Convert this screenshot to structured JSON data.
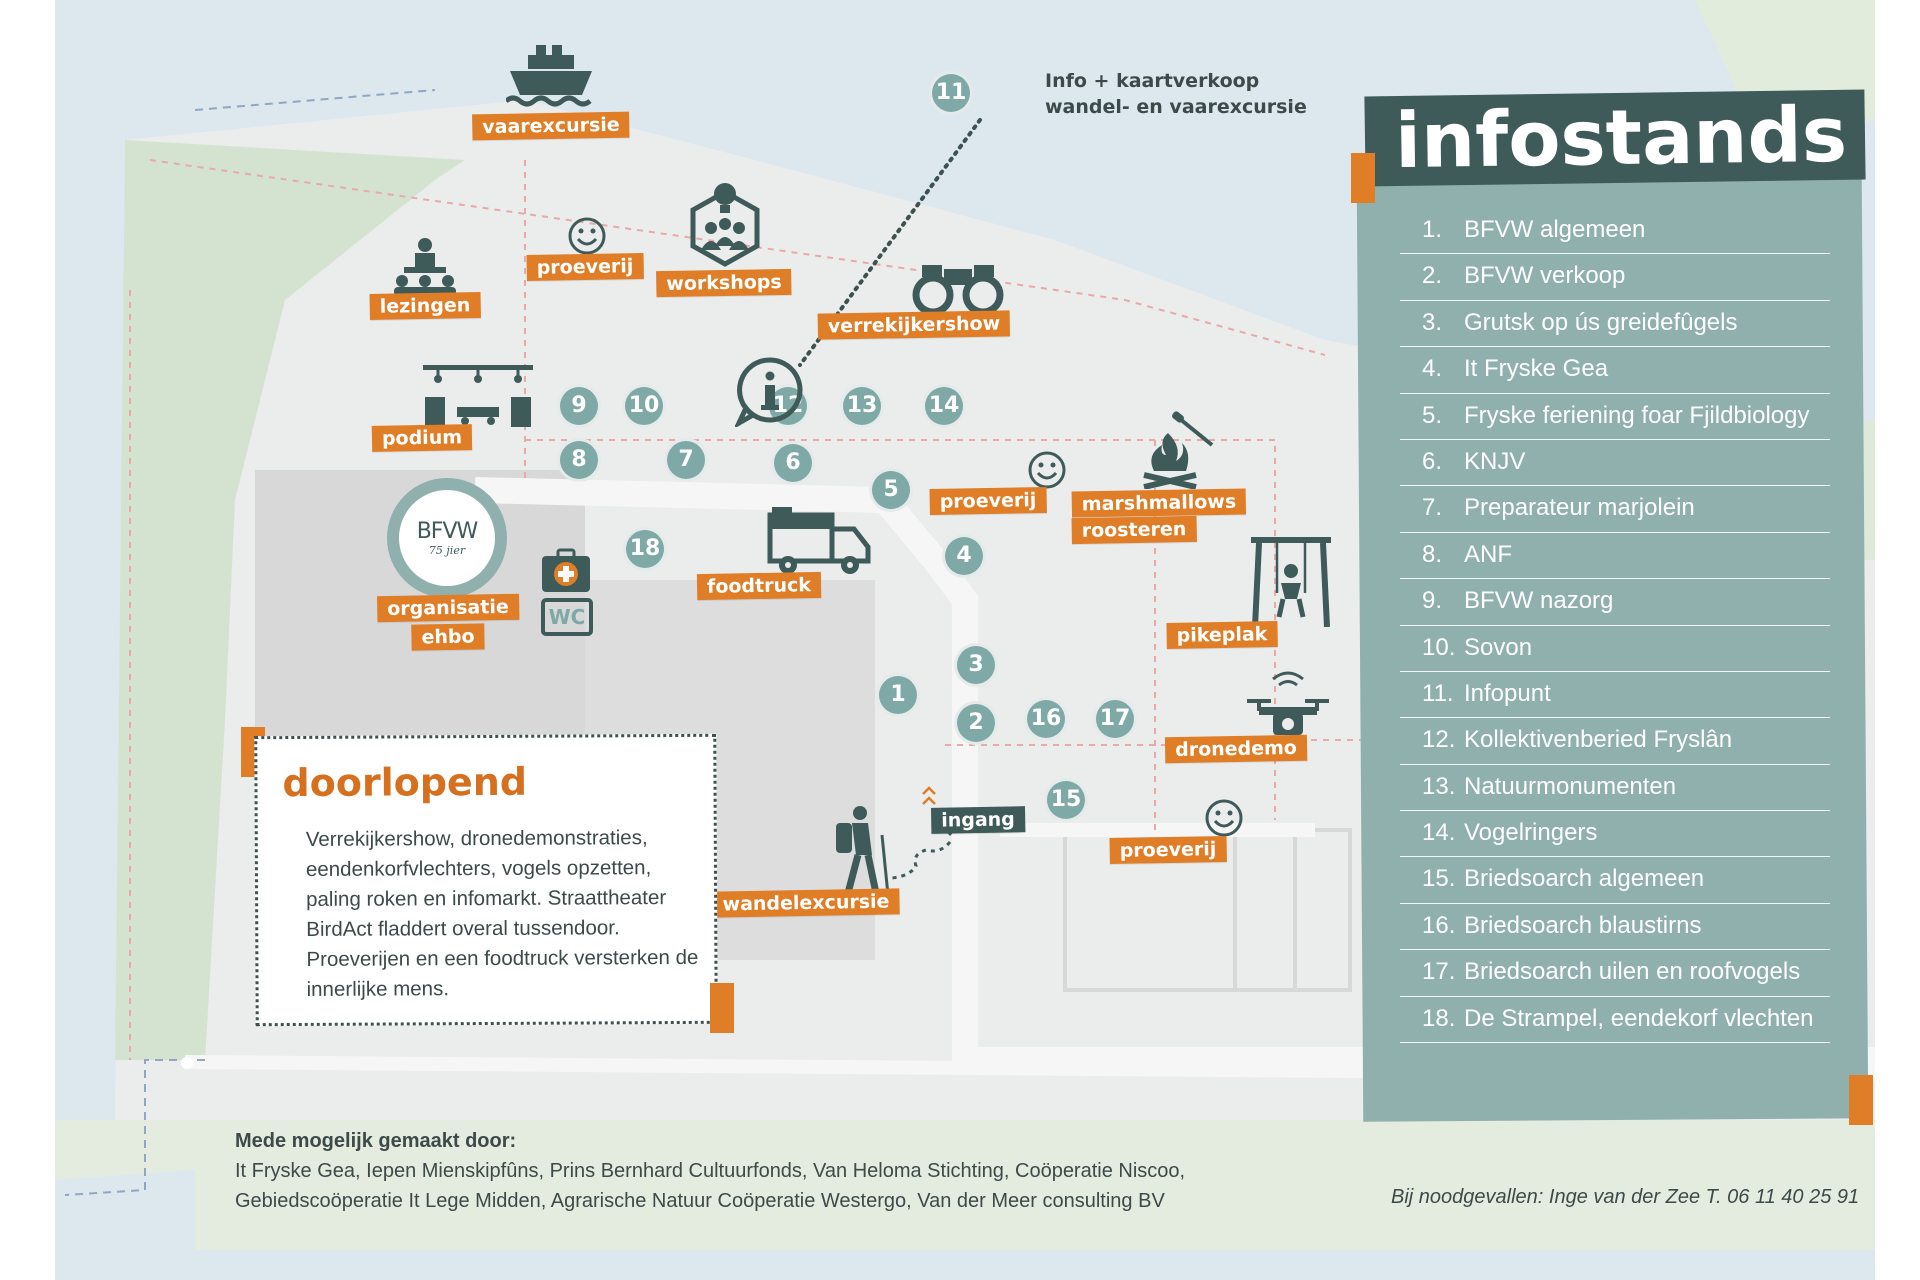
{
  "map": {
    "colors": {
      "water": "#dce8ee",
      "land": "#ebecec",
      "green": "#d4e3d0",
      "building": "#d7d8d7",
      "accent": "#e07d27",
      "teal": "#7ea9a6",
      "dark": "#3e5a59"
    },
    "labels": {
      "vaarexcursie": "vaarexcursie",
      "lezingen": "lezingen",
      "proeverij": "proeverij",
      "workshops": "workshops",
      "verrekijkershow": "verrekijkershow",
      "podium": "podium",
      "marshmallows": "marshmallows",
      "roosteren": "roosteren",
      "foodtruck": "foodtruck",
      "organisatie": "organisatie",
      "ehbo": "ehbo",
      "pikeplak": "pikeplak",
      "dronedemo": "dronedemo",
      "ingang": "ingang",
      "wandelexcursie": "wandelexcursie"
    },
    "numbers": [
      "1",
      "2",
      "3",
      "4",
      "5",
      "6",
      "7",
      "8",
      "9",
      "10",
      "11",
      "12",
      "13",
      "14",
      "15",
      "16",
      "17",
      "18"
    ],
    "info11": {
      "line1": "Info + kaartverkoop",
      "line2": "wandel- en vaarexcursie"
    },
    "logo": {
      "text": "BFVW",
      "sub": "75 jier"
    },
    "wc": "WC",
    "icons": [
      "ship-icon",
      "lectern-icon",
      "smiley-icon",
      "lightbulb-people-icon",
      "binoculars-icon",
      "stage-icon",
      "info-icon",
      "campfire-icon",
      "food-truck-icon",
      "first-aid-icon",
      "swing-icon",
      "drone-icon",
      "hiker-icon",
      "location-pin-icon",
      "wc-icon"
    ]
  },
  "infostands": {
    "title": "infostands",
    "items": [
      {
        "n": "1.",
        "label": "BFVW algemeen"
      },
      {
        "n": "2.",
        "label": "BFVW verkoop"
      },
      {
        "n": "3.",
        "label": "Grutsk op ús greidefûgels"
      },
      {
        "n": "4.",
        "label": "It Fryske Gea"
      },
      {
        "n": "5.",
        "label": "Fryske feriening foar Fjildbiology"
      },
      {
        "n": "6.",
        "label": "KNJV"
      },
      {
        "n": "7.",
        "label": "Preparateur marjolein"
      },
      {
        "n": "8.",
        "label": "ANF"
      },
      {
        "n": "9.",
        "label": "BFVW nazorg"
      },
      {
        "n": "10.",
        "label": "Sovon"
      },
      {
        "n": "11.",
        "label": "Infopunt"
      },
      {
        "n": "12.",
        "label": "Kollektivenberied Fryslân"
      },
      {
        "n": "13.",
        "label": "Natuurmonumenten"
      },
      {
        "n": "14.",
        "label": "Vogelringers"
      },
      {
        "n": "15.",
        "label": "Briedsoarch algemeen"
      },
      {
        "n": "16.",
        "label": "Briedsoarch blaustirns"
      },
      {
        "n": "17.",
        "label": "Briedsoarch uilen en roofvogels"
      },
      {
        "n": "18.",
        "label": "De Strampel, eendekorf vlechten"
      }
    ]
  },
  "doorlopend": {
    "title": "doorlopend",
    "text": "Verrekijkershow, dronedemonstraties, eendenkorfvlechters, vogels opzetten, paling roken en infomarkt. Straattheater BirdAct fladdert overal tussendoor. Proeverijen en een foodtruck versterken de innerlijke mens."
  },
  "credits": {
    "heading": "Mede mogelijk gemaakt door:",
    "line1": "It Fryske Gea, Iepen Mienskipfûns, Prins Bernhard Cultuurfonds, Van Heloma Stichting, Coöperatie Niscoo,",
    "line2": "Gebiedscoöperatie It Lege Midden, Agrarische Natuur Coöperatie Westergo, Van der Meer consulting BV"
  },
  "emergency": "Bij noodgevallen: Inge van der Zee T. 06 11 40 25 91"
}
